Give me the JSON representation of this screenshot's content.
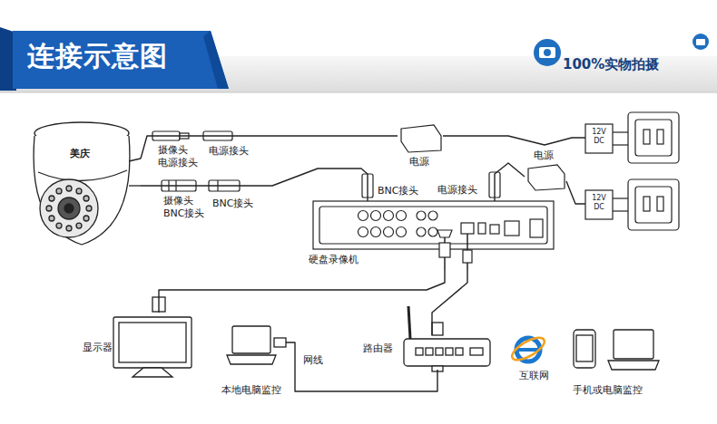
{
  "diagram": {
    "title": "连接示意图",
    "nodes": [
      {
        "text": [
          "美庆"
        ]
      },
      {
        "text": [
          "电源"
        ]
      },
      {
        "text": [
          "12V DC"
        ]
      },
      {
        "text": [
          "硬盘录像机"
        ]
      },
      {
        "text": [
          "电源"
        ]
      },
      {
        "text": [
          "12V DC"
        ]
      },
      {
        "text": [
          "显示器"
        ]
      },
      {
        "text": [
          "本地电脑监控"
        ]
      },
      {
        "text": [
          "路由器"
        ]
      },
      {
        "text": [
          "互联网"
        ]
      },
      {
        "text": [
          "手机或电脑监控"
        ]
      }
    ],
    "edges": [
      {
        "from": 0,
        "to": 1,
        "arrow": "none"
      },
      {
        "from": 1,
        "to": 2,
        "arrow": "none"
      },
      {
        "from": 0,
        "to": 3,
        "arrow": "none"
      },
      {
        "from": 3,
        "to": 4,
        "arrow": "none"
      },
      {
        "from": 4,
        "to": 5,
        "arrow": "none"
      },
      {
        "from": 3,
        "to": 6,
        "arrow": "none"
      },
      {
        "from": 3,
        "to": 8,
        "arrow": "none"
      },
      {
        "from": 7,
        "to": 8,
        "label": "网线",
        "arrow": "none"
      }
    ],
    "labels": [
      "100%实物拍摄",
      "摄像头 电源接头",
      "电源接头",
      "摄像头 BNC接头",
      "BNC接头",
      "BNC接头",
      "电源接头"
    ]
  }
}
